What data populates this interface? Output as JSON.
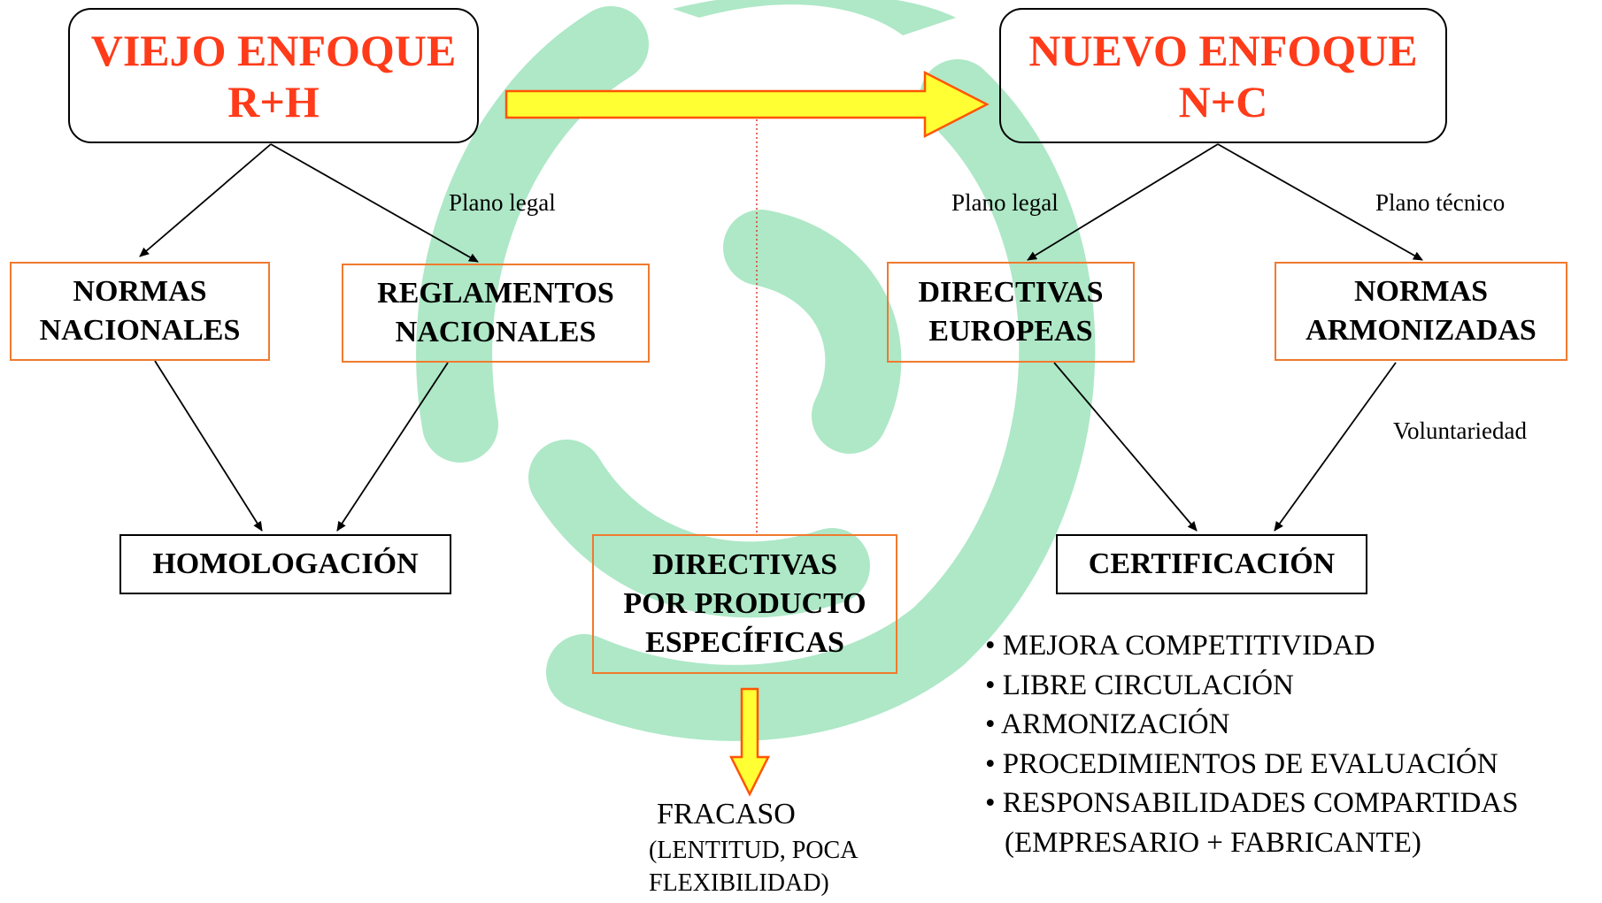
{
  "colors": {
    "title_text": "#ff3b1a",
    "box_border": "#f07a2e",
    "watermark": "#aee8c7",
    "arrow_fill": "#ffff33",
    "arrow_stroke": "#ff5500"
  },
  "old": {
    "title1": "VIEJO ENFOQUE",
    "title2": "R+H"
  },
  "new": {
    "title1": "NUEVO ENFOQUE",
    "title2": "N+C"
  },
  "labels": {
    "plano_legal_left": "Plano legal",
    "plano_legal_right": "Plano legal",
    "plano_tecnico": "Plano técnico",
    "voluntariedad": "Voluntariedad"
  },
  "boxes": {
    "normas_nacionales": [
      "NORMAS",
      "NACIONALES"
    ],
    "reglamentos_nacionales": [
      "REGLAMENTOS",
      "NACIONALES"
    ],
    "directivas_europeas": [
      "DIRECTIVAS",
      "EUROPEAS"
    ],
    "normas_armonizadas": [
      "NORMAS",
      "ARMONIZADAS"
    ],
    "homologacion": "HOMOLOGACIÓN",
    "certificacion": "CERTIFICACIÓN",
    "directivas_producto": [
      "DIRECTIVAS",
      "POR PRODUCTO",
      "ESPECÍFICAS"
    ]
  },
  "benefits": [
    "• MEJORA COMPETITIVIDAD",
    "• LIBRE CIRCULACIÓN",
    "• ARMONIZACIÓN",
    "• PROCEDIMIENTOS DE EVALUACIÓN",
    "• RESPONSABILIDADES COMPARTIDAS",
    "(EMPRESARIO + FABRICANTE)"
  ],
  "fracaso": {
    "title": "FRACASO",
    "line1": "(LENTITUD, POCA",
    "line2": "FLEXIBILIDAD)"
  }
}
